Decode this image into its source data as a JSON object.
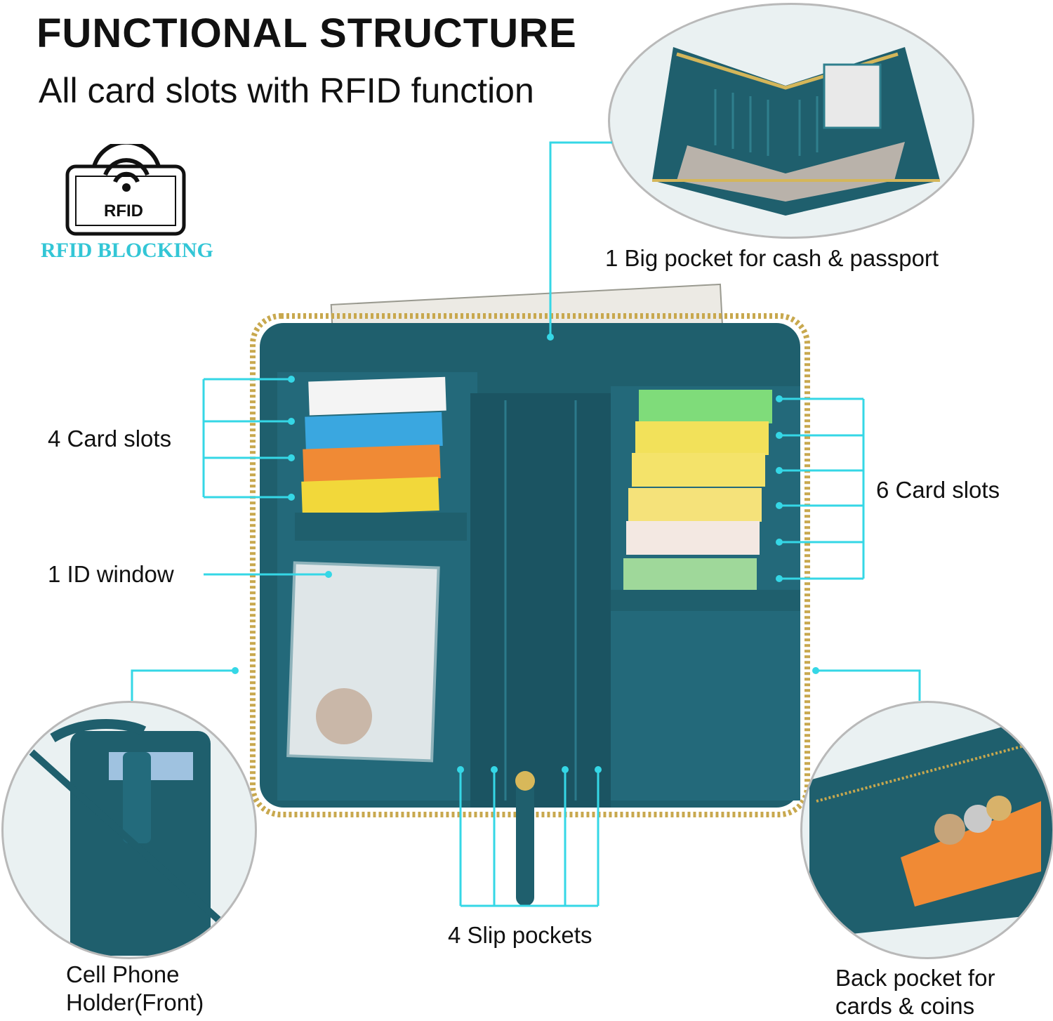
{
  "header": {
    "title": "FUNCTIONAL STRUCTURE",
    "subtitle": "All card slots with RFID function"
  },
  "rfid_badge": {
    "box_text": "RFID",
    "caption": "RFID BLOCKING",
    "icon": "rfid-wifi-icon"
  },
  "callouts": {
    "big_pocket": "1 Big pocket for cash & passport",
    "left_card_slots": "4 Card slots",
    "id_window": "1 ID window",
    "right_card_slots": "6 Card slots",
    "slip_pockets": "4 Slip pockets",
    "phone_holder": [
      "Cell Phone",
      "Holder(Front)"
    ],
    "back_pocket": [
      "Back pocket for",
      "cards & coins"
    ]
  },
  "colors": {
    "accent_line": "#35d7e6",
    "wallet_teal": "#1f5f6d",
    "rfid_caption": "#33c6d6"
  }
}
